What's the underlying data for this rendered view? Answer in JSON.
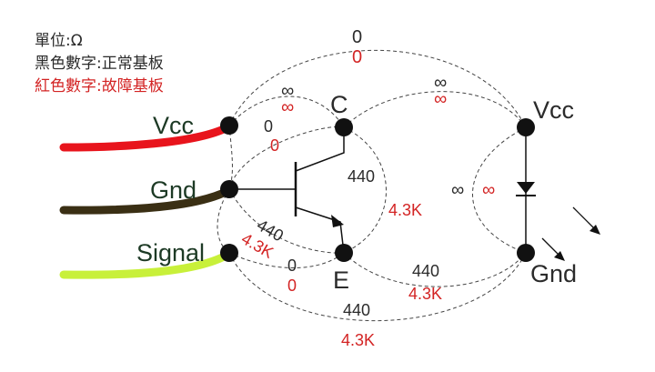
{
  "legend": {
    "unit": "單位:Ω",
    "black": "黑色數字:正常基板",
    "red": "紅色數字:故障基板"
  },
  "terminals": {
    "vcc": "Vcc",
    "gnd": "Gnd",
    "signal": "Signal"
  },
  "transistor": {
    "collector": "C",
    "emitter": "E"
  },
  "led": {
    "vcc": "Vcc",
    "gnd": "Gnd"
  },
  "readings": {
    "top_arc": {
      "normal": "0",
      "fault": "0"
    },
    "vcc_c": {
      "normal": "∞",
      "fault": "∞"
    },
    "c_ledvcc": {
      "normal": "∞",
      "fault": "∞"
    },
    "vcc_gnd": {
      "normal": "0",
      "fault": "0"
    },
    "c_e": {
      "normal": "440",
      "fault": "4.3K"
    },
    "led": {
      "normal": "∞",
      "fault": "∞"
    },
    "gnd_signal": {
      "normal": "440",
      "fault": "4.3K"
    },
    "signal_e": {
      "normal": "0",
      "fault": "0"
    },
    "e_ledgnd": {
      "normal": "440",
      "fault": "4.3K"
    },
    "signal_ledgnd": {
      "normal": "440",
      "fault": "4.3K"
    }
  },
  "colors": {
    "vcc_wire": "#e8141c",
    "gnd_wire": "#3a2f14",
    "signal_wire": "#c8f03a",
    "normal_text": "#2b2b2b",
    "fault_text": "#d32424",
    "terminal_text": "#1d3a25"
  }
}
